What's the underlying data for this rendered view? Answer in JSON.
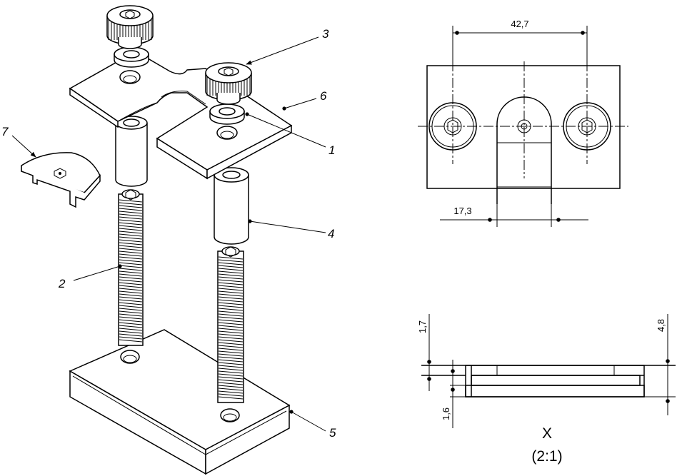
{
  "part_labels": {
    "p1": "1",
    "p2": "2",
    "p3": "3",
    "p4": "4",
    "p5": "5",
    "p6": "6",
    "p7": "7"
  },
  "dimensions": {
    "spacing": "42,7",
    "width": "17,3",
    "h1": "1,7",
    "h2": "4,8",
    "h3": "1,6"
  },
  "detail": {
    "name": "X",
    "scale": "(2:1)"
  }
}
